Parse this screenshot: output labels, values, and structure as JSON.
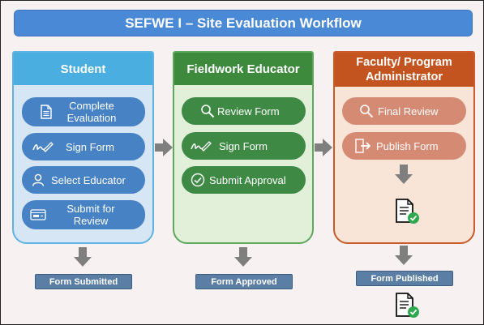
{
  "title": "SEFWE I – Site Evaluation Workflow",
  "colors": {
    "title_bg": "#4a89d6",
    "student": "#4aaee0",
    "educator": "#3d8a3d",
    "faculty": "#c4541f",
    "arrow": "#7f7f7f",
    "check": "#2fa84f"
  },
  "columns": {
    "student": {
      "header": "Student",
      "steps": [
        {
          "label": "Complete Evaluation",
          "icon": "document-icon"
        },
        {
          "label": "Sign Form",
          "icon": "signature-icon"
        },
        {
          "label": "Select Educator",
          "icon": "person-icon"
        },
        {
          "label": "Submit for Review",
          "icon": "form-icon"
        }
      ]
    },
    "educator": {
      "header": "Fieldwork Educator",
      "steps": [
        {
          "label": "Review Form",
          "icon": "magnifier-icon"
        },
        {
          "label": "Sign Form",
          "icon": "signature-icon"
        },
        {
          "label": "Submit Approval",
          "icon": "check-circle-icon"
        }
      ]
    },
    "faculty": {
      "header": "Faculty/ Program Administrator",
      "steps": [
        {
          "label": "Final Review",
          "icon": "magnifier-icon"
        },
        {
          "label": "Publish Form",
          "icon": "publish-icon"
        }
      ]
    }
  },
  "statuses": {
    "student": "Form Submitted",
    "educator": "Form Approved",
    "faculty": "Form Published"
  }
}
